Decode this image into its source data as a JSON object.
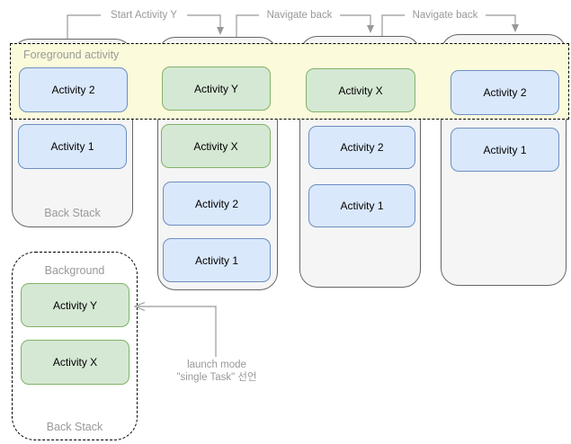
{
  "diagram": {
    "band_label": "Foreground activity",
    "connectors": [
      {
        "label": "Start Activity Y"
      },
      {
        "label": "Navigate back"
      },
      {
        "label": "Navigate back"
      }
    ],
    "annotation": {
      "line1": "launch mode",
      "line2": "\"single Task\" 선언"
    },
    "stacks": [
      {
        "name": "stack-1",
        "footer": "Back Stack",
        "items": [
          {
            "label": "Activity 2",
            "color": "blue"
          },
          {
            "label": "Activity 1",
            "color": "blue"
          }
        ]
      },
      {
        "name": "stack-2",
        "items": [
          {
            "label": "Activity Y",
            "color": "green"
          },
          {
            "label": "Activity X",
            "color": "green"
          },
          {
            "label": "Activity 2",
            "color": "blue"
          },
          {
            "label": "Activity 1",
            "color": "blue"
          }
        ]
      },
      {
        "name": "stack-3",
        "items": [
          {
            "label": "Activity X",
            "color": "green"
          },
          {
            "label": "Activity 2",
            "color": "blue"
          },
          {
            "label": "Activity 1",
            "color": "blue"
          }
        ]
      },
      {
        "name": "stack-4",
        "items": [
          {
            "label": "Activity 2",
            "color": "blue"
          },
          {
            "label": "Activity 1",
            "color": "blue"
          }
        ]
      },
      {
        "name": "background-stack",
        "header": "Background",
        "footer": "Back Stack",
        "items": [
          {
            "label": "Activity Y",
            "color": "green"
          },
          {
            "label": "Activity X",
            "color": "green"
          }
        ]
      }
    ],
    "colors": {
      "blue_fill": "#DAE8FC",
      "blue_border": "#6C8EBF",
      "green_fill": "#D5E8D4",
      "green_border": "#82B366",
      "stack_fill": "#F5F5F5",
      "stack_border": "#666666",
      "band_fill": "#FBFBDC",
      "label_gray": "#999999"
    }
  }
}
